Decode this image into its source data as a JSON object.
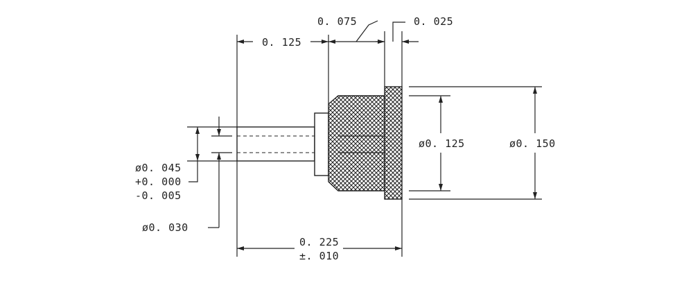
{
  "drawing": {
    "dimensions": {
      "pin_length": "0. 125",
      "shoulder_length": "0. 075",
      "flange_thickness": "0. 025",
      "body_diameter": "ø0. 125",
      "flange_diameter": "ø0. 150",
      "pin_diameter": "ø0. 045",
      "pin_tol_plus": "+0. 000",
      "pin_tol_minus": "-0. 005",
      "tip_diameter": "ø0. 030",
      "overall_length": "0. 225",
      "overall_tolerance": "±. 010"
    },
    "colors": {
      "line": "#222222",
      "background": "#ffffff"
    }
  }
}
